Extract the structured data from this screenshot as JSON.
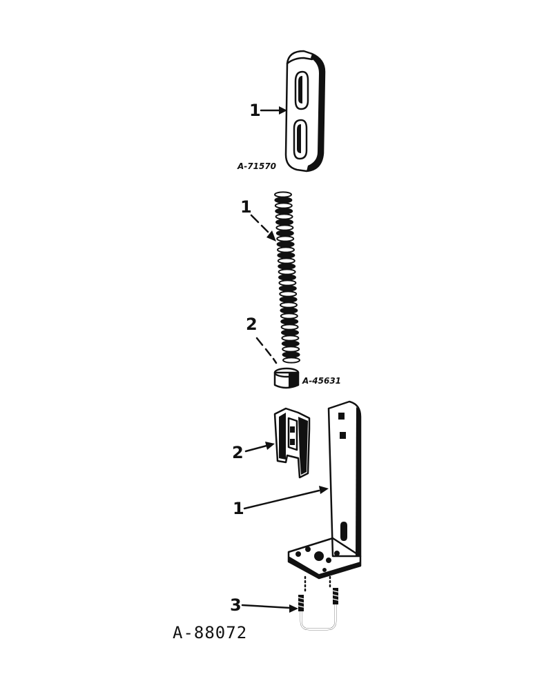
{
  "figure_id": "A-88072",
  "groups": [
    {
      "part_no": "A-71570",
      "callouts": [
        "1"
      ]
    },
    {
      "part_no": "A-45631",
      "callouts": [
        "1",
        "2"
      ]
    },
    {
      "callouts": [
        "2",
        "1",
        "3"
      ]
    }
  ]
}
